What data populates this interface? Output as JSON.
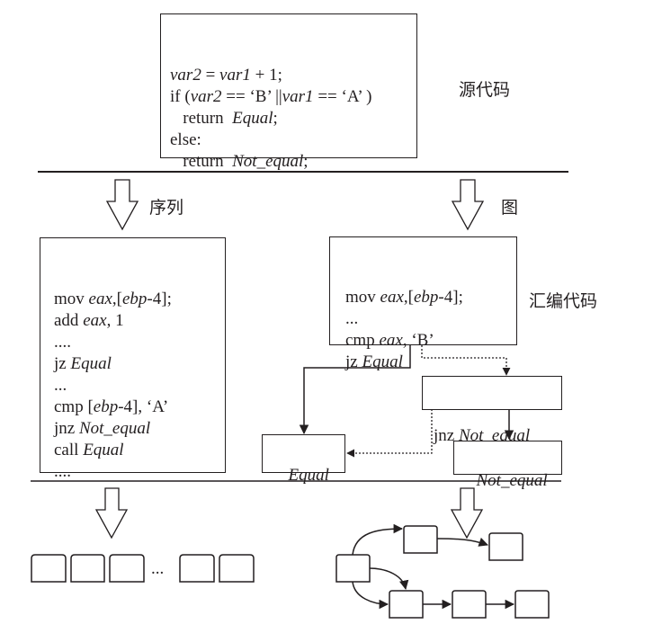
{
  "source_code": {
    "label": "源代码",
    "lines": [
      {
        "parts": [
          {
            "t": "var2",
            "i": true
          },
          {
            "t": " = ",
            "i": false
          },
          {
            "t": "var1",
            "i": true
          },
          {
            "t": " + 1;",
            "i": false
          }
        ]
      },
      {
        "parts": [
          {
            "t": "if (",
            "i": false
          },
          {
            "t": "var2",
            "i": true
          },
          {
            "t": " == ‘B’ ||",
            "i": false
          },
          {
            "t": "var1",
            "i": true
          },
          {
            "t": " == ‘A’ )",
            "i": false
          }
        ]
      },
      {
        "parts": [
          {
            "t": "   return  ",
            "i": false
          },
          {
            "t": "Equal",
            "i": true
          },
          {
            "t": ";",
            "i": false
          }
        ]
      },
      {
        "parts": [
          {
            "t": "else:",
            "i": false
          }
        ]
      },
      {
        "parts": [
          {
            "t": "   return  ",
            "i": false
          },
          {
            "t": "Not_equal",
            "i": true
          },
          {
            "t": ";",
            "i": false
          }
        ]
      }
    ]
  },
  "branches": {
    "sequence_label": "序列",
    "graph_label": "图"
  },
  "assembly_label": "汇编代码",
  "sequence_asm": {
    "lines": [
      {
        "parts": [
          {
            "t": "mov ",
            "i": false
          },
          {
            "t": "eax",
            "i": true
          },
          {
            "t": ",[",
            "i": false
          },
          {
            "t": "ebp",
            "i": true
          },
          {
            "t": "-4];",
            "i": false
          }
        ]
      },
      {
        "parts": [
          {
            "t": "add ",
            "i": false
          },
          {
            "t": "eax",
            "i": true
          },
          {
            "t": ", 1",
            "i": false
          }
        ]
      },
      {
        "parts": [
          {
            "t": "....",
            "i": false
          }
        ]
      },
      {
        "parts": [
          {
            "t": "jz ",
            "i": false
          },
          {
            "t": "Equal",
            "i": true
          }
        ]
      },
      {
        "parts": [
          {
            "t": "...",
            "i": false
          }
        ]
      },
      {
        "parts": [
          {
            "t": "cmp [",
            "i": false
          },
          {
            "t": "ebp",
            "i": true
          },
          {
            "t": "-4], ‘A’",
            "i": false
          }
        ]
      },
      {
        "parts": [
          {
            "t": "jnz ",
            "i": false
          },
          {
            "t": "Not_equal",
            "i": true
          }
        ]
      },
      {
        "parts": [
          {
            "t": "call ",
            "i": false
          },
          {
            "t": "Equal",
            "i": true
          }
        ]
      },
      {
        "parts": [
          {
            "t": "....",
            "i": false
          }
        ]
      }
    ]
  },
  "graph_asm": {
    "main_block": [
      {
        "parts": [
          {
            "t": "mov ",
            "i": false
          },
          {
            "t": "eax",
            "i": true
          },
          {
            "t": ",[",
            "i": false
          },
          {
            "t": "ebp",
            "i": true
          },
          {
            "t": "-4];",
            "i": false
          }
        ]
      },
      {
        "parts": [
          {
            "t": "...",
            "i": false
          }
        ]
      },
      {
        "parts": [
          {
            "t": "cmp ",
            "i": false
          },
          {
            "t": "eax",
            "i": true
          },
          {
            "t": ", ‘B’",
            "i": false
          }
        ]
      },
      {
        "parts": [
          {
            "t": "jz ",
            "i": false
          },
          {
            "t": "Equal",
            "i": true
          }
        ]
      }
    ],
    "jnz_block": {
      "parts": [
        {
          "t": "jnz ",
          "i": false
        },
        {
          "t": "Not_equal",
          "i": true
        }
      ]
    },
    "equal_block": "Equal",
    "not_equal_block": "Not_equal"
  },
  "sequence_repr": {
    "ellipsis": "..."
  }
}
